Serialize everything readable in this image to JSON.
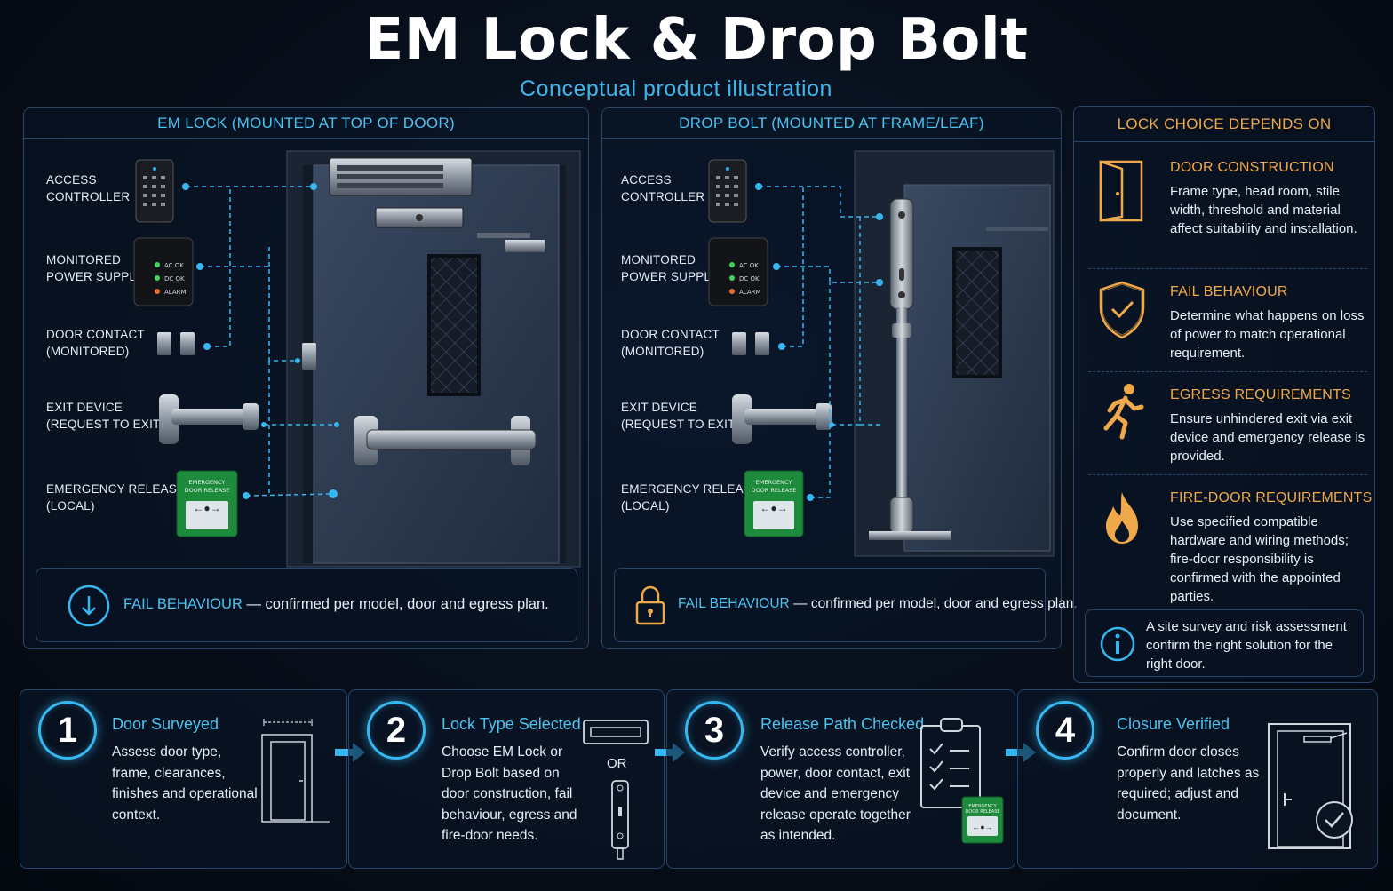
{
  "title": "EM Lock & Drop Bolt",
  "subtitle": "Conceptual product illustration",
  "em_panel": {
    "heading": "EM LOCK (MOUNTED AT TOP OF DOOR)",
    "labels": {
      "access_controller": "ACCESS\nCONTROLLER",
      "power_supply": "MONITORED\nPOWER SUPPLY",
      "door_contact": "DOOR CONTACT\n(MONITORED)",
      "exit_device": "EXIT DEVICE\n(REQUEST TO EXIT)",
      "emergency_release": "EMERGENCY RELEASE\n(LOCAL)"
    },
    "psu_leds": [
      "AC OK",
      "DC OK",
      "ALARM"
    ],
    "release_label": "EMERGENCY\nDOOR RELEASE",
    "fail_key": "FAIL BEHAVIOUR",
    "fail_rest": " — confirmed per model, door and egress plan."
  },
  "db_panel": {
    "heading": "DROP BOLT (MOUNTED AT FRAME/LEAF)",
    "labels": {
      "access_controller": "ACCESS\nCONTROLLER",
      "power_supply": "MONITORED\nPOWER SUPPLY",
      "door_contact": "DOOR CONTACT\n(MONITORED)",
      "exit_device": "EXIT DEVICE\n(REQUEST TO EXIT)",
      "emergency_release": "EMERGENCY RELEASE\n(LOCAL)"
    },
    "psu_leds": [
      "AC OK",
      "DC OK",
      "ALARM"
    ],
    "release_label": "EMERGENCY\nDOOR RELEASE",
    "fail_key": "FAIL BEHAVIOUR",
    "fail_rest": " — confirmed per model, door and egress plan."
  },
  "choice_panel": {
    "heading": "LOCK CHOICE DEPENDS ON",
    "factors": [
      {
        "icon": "door-icon",
        "title": "DOOR CONSTRUCTION",
        "desc": "Frame type, head room, stile width, threshold and material affect suitability and installation."
      },
      {
        "icon": "shield-check-icon",
        "title": "FAIL BEHAVIOUR",
        "desc": "Determine what happens on loss of power to match operational requirement."
      },
      {
        "icon": "running-person-icon",
        "title": "EGRESS REQUIREMENTS",
        "desc": "Ensure unhindered exit via exit device and emergency release is provided."
      },
      {
        "icon": "flame-icon",
        "title": "FIRE-DOOR REQUIREMENTS",
        "desc": "Use specified compatible hardware and wiring methods; fire-door responsibility is confirmed with the appointed parties."
      }
    ],
    "info": "A site survey and risk assessment confirm the right solution for the right door."
  },
  "steps": [
    {
      "num": "1",
      "title": "Door Surveyed",
      "desc": "Assess door type, frame, clearances, finishes and operational context."
    },
    {
      "num": "2",
      "title": "Lock Type Selected",
      "desc": "Choose EM Lock or Drop Bolt based on door construction, fail behaviour, egress and fire-door needs.",
      "or": "OR"
    },
    {
      "num": "3",
      "title": "Release Path Checked",
      "desc": "Verify access controller, power, door contact, exit device and emergency release operate together as intended.",
      "release_label": "EMERGENCY\nDOOR RELEASE"
    },
    {
      "num": "4",
      "title": "Closure Verified",
      "desc": "Confirm door closes properly and latches as required; adjust and document."
    }
  ],
  "colors": {
    "accent": "#37b7f0",
    "orange": "#f0a94a",
    "background": "#070d18",
    "panel_border": "#27466b"
  }
}
